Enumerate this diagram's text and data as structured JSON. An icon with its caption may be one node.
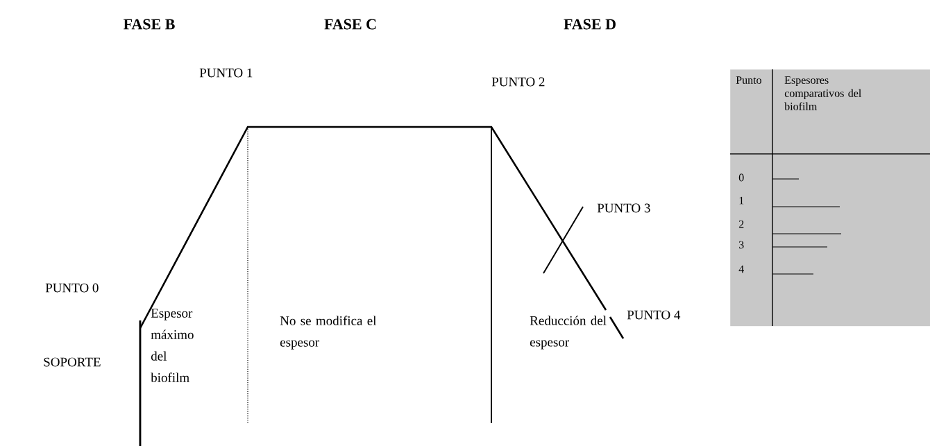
{
  "diagram": {
    "nodes": [
      {
        "text": [
          "Punto",
          "Espesores comparativos del biofilm",
          "0",
          "1",
          "2",
          "3",
          "4"
        ]
      }
    ],
    "labels": [
      "FASE B",
      "FASE C",
      "FASE D",
      "PUNTO 1",
      "PUNTO 2",
      "PUNTO 3",
      "PUNTO 0",
      "Espesor máximo del biofilm",
      "No se modifica el espesor",
      "Reducción del espesor",
      "PUNTO 4",
      "SOPORTE"
    ]
  }
}
